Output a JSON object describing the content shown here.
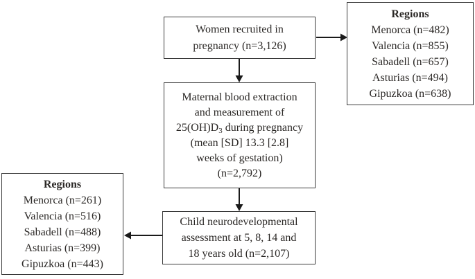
{
  "diagram": {
    "boxes": {
      "recruited": {
        "lines": [
          "Women recruited in",
          "pregnancy (n=3,126)"
        ]
      },
      "regions_pregnancy": {
        "title": "Regions",
        "items": [
          "Menorca (n=482)",
          "Valencia (n=855)",
          "Sabadell (n=657)",
          "Asturias (n=494)",
          "Gipuzkoa (n=638)"
        ]
      },
      "blood_extraction": {
        "lines_before": [
          "Maternal blood extraction",
          "and measurement of"
        ],
        "d3_line": {
          "prefix": "25(OH)D",
          "sub": "3",
          "suffix": " during pregnancy"
        },
        "lines_after": [
          "(mean [SD] 13.3 [2.8]",
          "weeks of gestation)",
          "(n=2,792)"
        ]
      },
      "assessment": {
        "lines": [
          "Child neurodevelopmental",
          "assessment at 5, 8, 14 and",
          "18 years old (n=2,107)"
        ]
      },
      "regions_assessment": {
        "title": "Regions",
        "items": [
          "Menorca (n=261)",
          "Valencia (n=516)",
          "Sabadell (n=488)",
          "Asturias (n=399)",
          "Gipuzkoa (n=443)"
        ]
      }
    },
    "colors": {
      "background": "#ffffff",
      "text": "#2b2826",
      "border": "#3a3a3a",
      "arrow": "#1a1a1a"
    }
  }
}
